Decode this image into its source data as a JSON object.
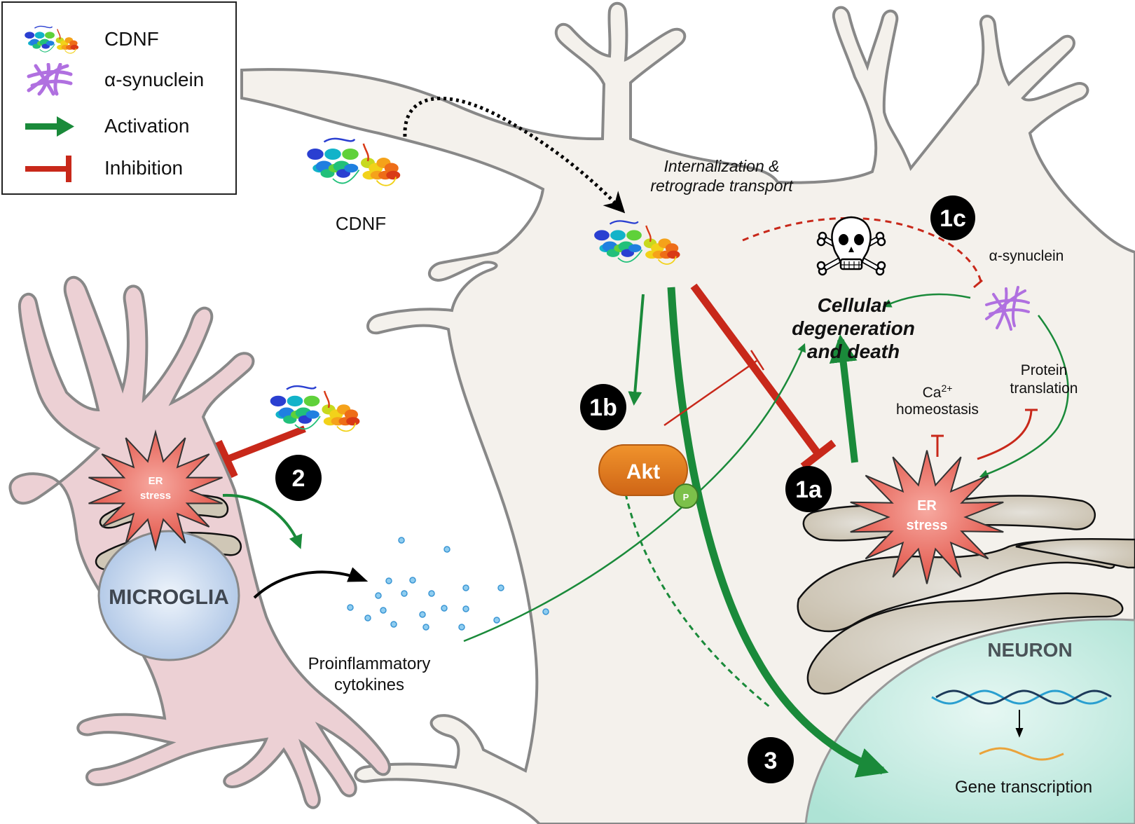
{
  "legend": {
    "items": [
      {
        "icon": "cdnf-protein-icon",
        "label": "CDNF"
      },
      {
        "icon": "alpha-synuclein-icon",
        "label": "α-synuclein"
      },
      {
        "icon": "activation-arrow-icon",
        "label": "Activation"
      },
      {
        "icon": "inhibition-bar-icon",
        "label": "Inhibition"
      }
    ]
  },
  "labels": {
    "cdnf_extracellular": "CDNF",
    "internalization_line1": "Internalization &",
    "internalization_line2": "retrograde transport",
    "alpha_synuclein": "α-synuclein",
    "death_line1": "Cellular",
    "death_line2": "degeneration",
    "death_line3": "and death",
    "protein_line1": "Protein",
    "protein_line2": "translation",
    "ca_base": "Ca",
    "ca_sup": "2+",
    "homeostasis": "homeostasis",
    "akt": "Akt",
    "phospho": "P",
    "er_stress_neuron_1": "ER",
    "er_stress_neuron_2": "stress",
    "er_stress_microglia_1": "ER",
    "er_stress_microglia_2": "stress",
    "microglia": "MICROGLIA",
    "cytokines_line1": "Proinflammatory",
    "cytokines_line2": "cytokines",
    "neuron": "NEURON",
    "gene_transcription": "Gene transcription"
  },
  "badges": {
    "b1a": "1a",
    "b1b": "1b",
    "b1c": "1c",
    "b2": "2",
    "b3": "3"
  },
  "colors": {
    "activation": "#1a8a3a",
    "inhibition": "#c8281a",
    "neuron_fill": "#f4f1ec",
    "microglia_fill": "#ecd0d4",
    "nucleus_neuron": "#bde9de",
    "nucleus_microglia": "#b9cdea",
    "akt": "#e07a1e",
    "er_stress": "#e8584c",
    "er_membrane": "#cfc7b6",
    "cytokine": "#5aaee0",
    "alpha_synuclein": "#b070e0",
    "badge": "#000000"
  }
}
